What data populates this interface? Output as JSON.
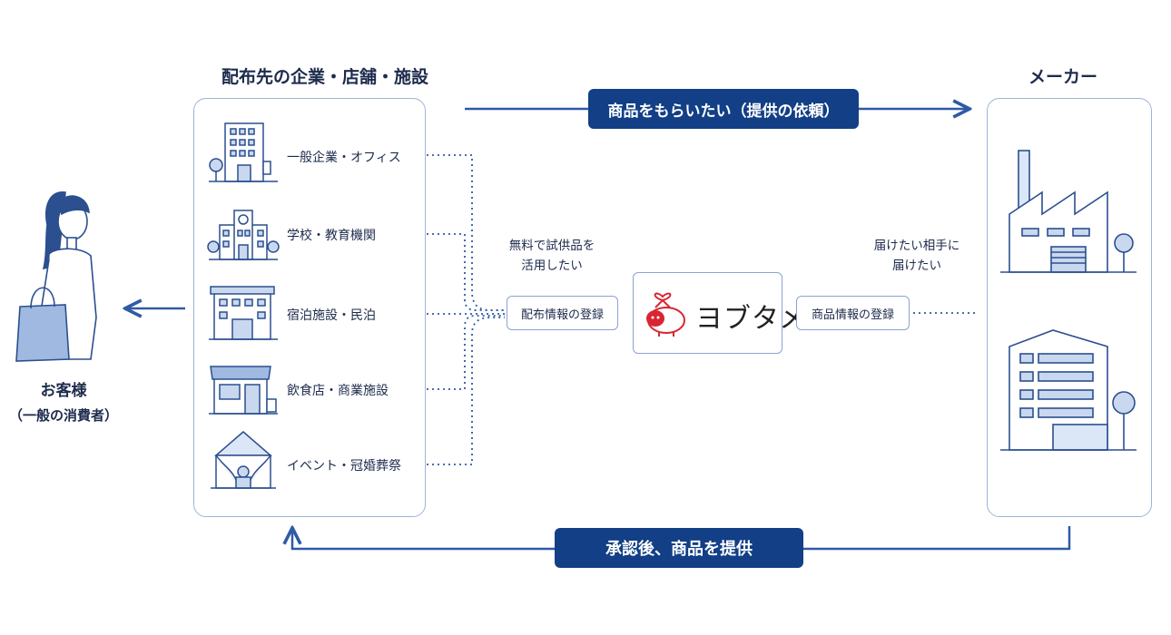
{
  "left_panel": {
    "title": "配布先の企業・店舗・施設",
    "items": [
      {
        "label": "一般企業・オフィス",
        "icon": "office-building-icon"
      },
      {
        "label": "学校・教育機関",
        "icon": "school-icon"
      },
      {
        "label": "宿泊施設・民泊",
        "icon": "hotel-icon"
      },
      {
        "label": "飲食店・商業施設",
        "icon": "shop-icon"
      },
      {
        "label": "イベント・冠婚葬祭",
        "icon": "event-tent-icon"
      }
    ]
  },
  "right_panel": {
    "title": "メーカー",
    "icons": [
      "factory-icon",
      "manufacturer-building-icon"
    ]
  },
  "customer": {
    "line1": "お客様",
    "line2": "（一般の消費者）",
    "icon": "woman-with-bag-icon"
  },
  "flows": {
    "top_pill": "商品をもらいたい（提供の依頼）",
    "bottom_pill": "承認後、商品を提供"
  },
  "center": {
    "left_note": [
      "無料で試供品を",
      "活用したい"
    ],
    "left_box": "配布情報の登録",
    "logo_text": "ヨブタメ",
    "logo_icon": "sheep-gift-icon",
    "right_note": [
      "届けたい相手に",
      "届けたい"
    ],
    "right_box": "商品情報の登録"
  },
  "colors": {
    "navy": "#123f86",
    "line": "#2e5aa6",
    "panel_border": "#9fb3d6",
    "icon_stroke": "#2b4f8f",
    "logo_red": "#d72631"
  }
}
